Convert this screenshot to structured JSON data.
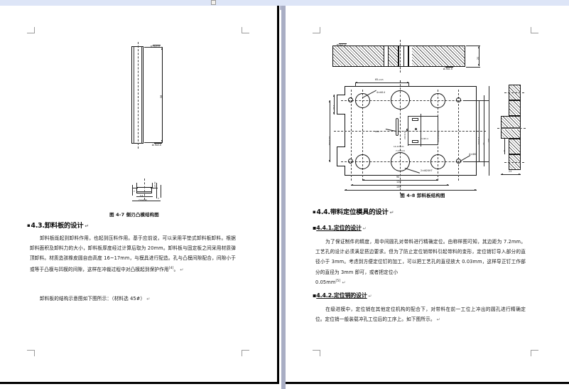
{
  "window": {
    "scroll_nub": "vertical-scroll-position",
    "tab_marker": "page-tab"
  },
  "left_page": {
    "figure": {
      "name": "side-blade-punch-drawing",
      "caption": "图 4-7  侧刃凸模结构图",
      "main_view": {
        "height_dim": "58",
        "surface_top": "Ra0.8",
        "surface_bottom": "Ra0.8"
      },
      "section_view": {
        "width_dim": "5.2",
        "height_dim": "3",
        "tol_right_top": "+0.02",
        "tol_right_bot": "-0.01",
        "side_dim": "3",
        "bottom_dim": "7.2",
        "bottom_tol_up": "+0.02",
        "bottom_tol_dn": "0"
      }
    },
    "heading": "4.3.卸料板的设计",
    "para1": "卸料板既起到卸料作用，也起到压料作用。基于应前说，可以采用平垫式卸料板卸料。根据卸料面积及卸料力的大小，卸料板厚度经过计算后取为 20mm。卸料板与固定板之间采用材质弹顶卸料。材质造孩橡皮圆自由高度 16~17mm，与模具进行配造。孔与凸模间隙配合，间隙小于或等于凸模与凹模的间隙，这样在冲裁过程中对凸模起到保护作用",
    "para1_sup": "[4]",
    "para1_end": "。",
    "para2": "卸料板的结构示意图如下图所示：（材料选 45#）"
  },
  "right_page": {
    "figure": {
      "name": "stripper-plate-drawing",
      "caption": "图 4-8   卸料板结构图",
      "top_section": {
        "surface_left": "Ra1.6",
        "surface_right": "Ra1.6",
        "thickness_dim": "20"
      },
      "plan_view": {
        "top_dim": "65",
        "top_dim_tol": "+0.05",
        "left_dim_upper": "30.1",
        "left_dim_lower": "50±0.01",
        "right_dim_inner": "62±0.1",
        "right_dim_mid": "72",
        "right_dim_outer": "100",
        "bottom_dim_1": "90",
        "bottom_dim_2": "120",
        "bottom_dim_3": "150",
        "hole_callout_1": "4×Φ14",
        "hole_callout_2": "4×Φ6",
        "hole_callout_3": "2×Φ20H7",
        "hole_callout_4": "Φ50",
        "hole_callout_5": "14.4±0.01",
        "hole_callout_6": "7.2±0.01",
        "hole_callout_7": "2×Φ3.4",
        "hole_callout_8": "25.2±0.01",
        "hole_callout_9": "20±0.01"
      },
      "side_view": {
        "step_dim": "8",
        "width_dim": "23"
      }
    },
    "heading1": "4.4.带料定位模具的设计",
    "subheading1": "4.4.1.定位的设计",
    "para1": "为了保证制件的精度，用中间圆孔对带料进行精确定位。由称样图可知，其边距为 7.2mm。工艺孔的设计必须满足搭边要求。但为了防止定位销带料引起带料的变形，定位销钉导入部分的直径小于 3mm。考虑到方便定位钉的加工，可以把工艺孔的直径放大 0.03mm，这样导正钉工作部分的直径为 3mm 即可，或者把定位小",
    "para2": "0.05mm",
    "para2_sup": "[5]",
    "para2_end": "。",
    "subheading2": "4.4.2.定位销的设计",
    "para3": "在级进模中，定位销在其他定位机构的配合下，对带料在前一工位上冲出的圆孔进行精确定位。定位销一般装载冲孔工位后的工序上。如下图所示。"
  },
  "colors": {
    "chrome_bar": "#dde5f7",
    "gutter": "#a9aec4",
    "page_border": "#000000",
    "crop_mark": "#9b9b9b",
    "text": "#111111"
  }
}
